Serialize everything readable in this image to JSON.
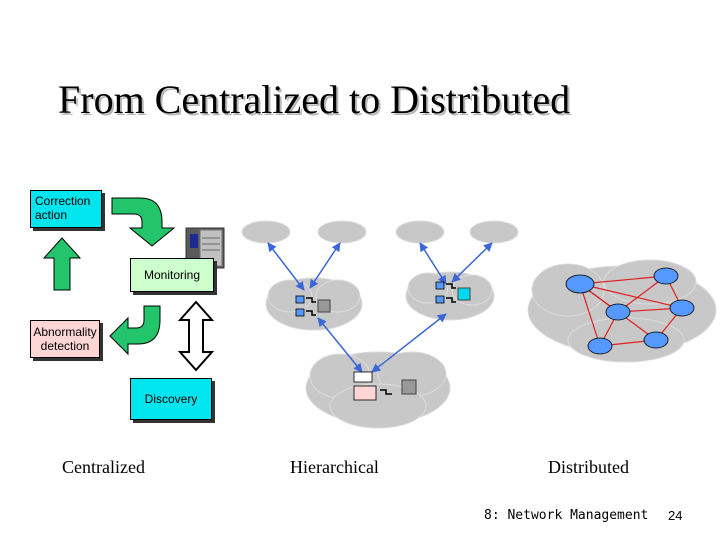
{
  "slide": {
    "title": "From Centralized to Distributed",
    "footer": "8: Network Management",
    "page_number": "24"
  },
  "centralized": {
    "correction": "Correction action",
    "monitoring": "Monitoring",
    "abnormality": "Abnormality detection",
    "discovery": "Discovery",
    "caption": "Centralized"
  },
  "hierarchical": {
    "caption": "Hierarchical"
  },
  "distributed": {
    "caption": "Distributed"
  },
  "colors": {
    "cyan_box": "#00e5ee",
    "green_box": "#ccffcc",
    "pink_box": "#ffd6d6",
    "arrow_green": "#22c56a",
    "cloud_gray": "#c8c8c8",
    "link_blue": "#3a66d6",
    "mesh_red": "#e02020"
  }
}
